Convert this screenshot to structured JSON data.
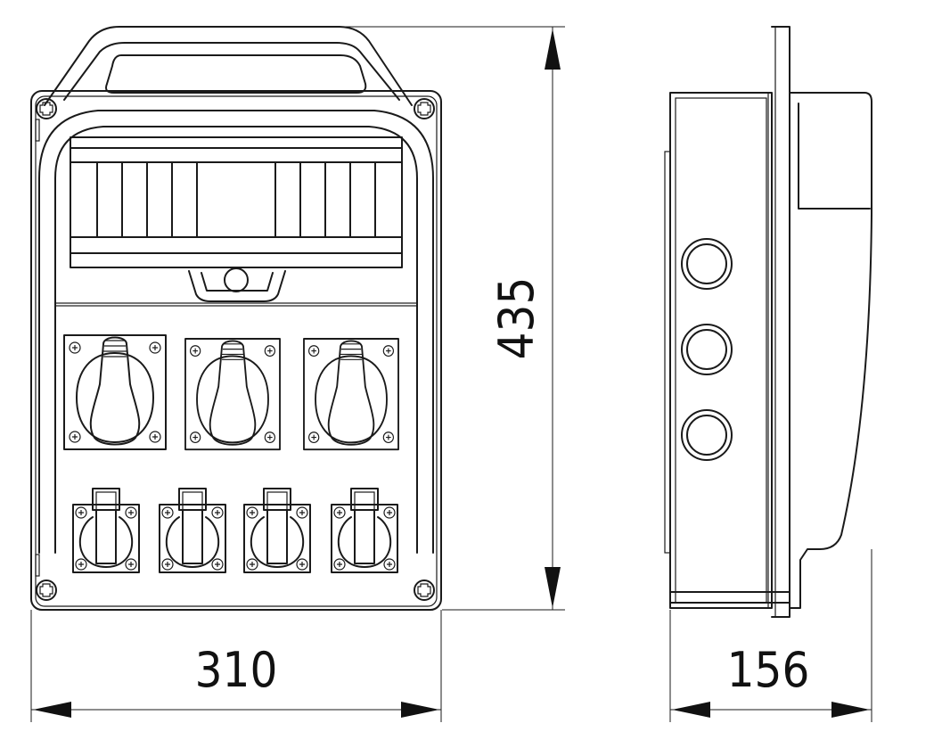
{
  "dimensions": {
    "width": "310",
    "height": "435",
    "depth": "156"
  },
  "front_view": {
    "cee_sockets": 3,
    "schuko_sockets": 4,
    "corner_screws": 4
  },
  "side_view": {
    "cable_glands": 3
  }
}
